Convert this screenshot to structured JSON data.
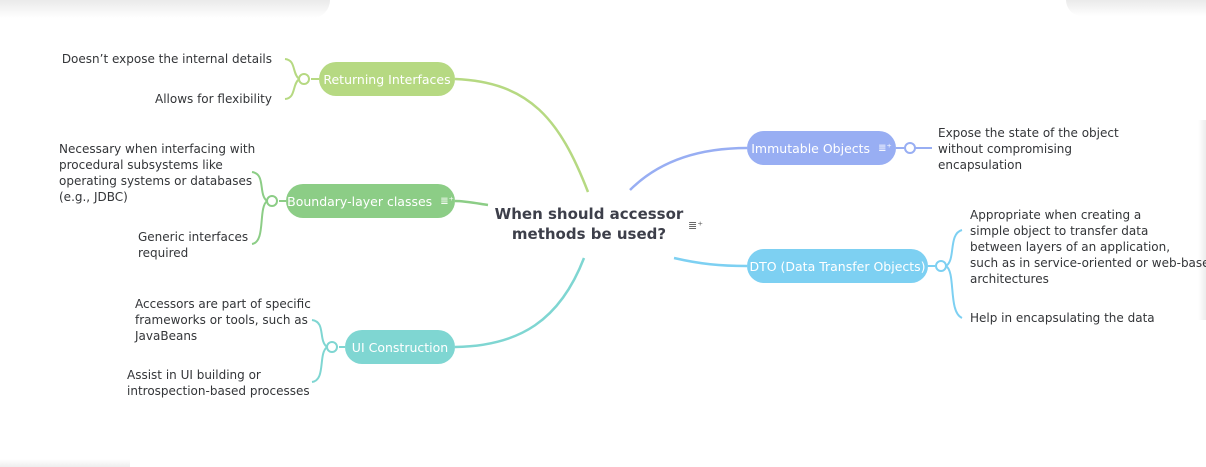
{
  "root": {
    "title_line1": "When should accessor",
    "title_line2": "methods be used?"
  },
  "branches": {
    "returning_interfaces": {
      "label": "Returning Interfaces",
      "color": "#b6d982",
      "leaves": [
        "Doesn’t expose the internal details",
        "Allows for flexibility"
      ]
    },
    "boundary_layer": {
      "label": "Boundary-layer classes",
      "color": "#8ccd86",
      "leaves": [
        {
          "lines": [
            "Necessary when interfacing with",
            "procedural subsystems like",
            "operating systems or databases",
            "(e.g., JDBC)"
          ]
        },
        {
          "lines": [
            "Generic interfaces",
            "required"
          ]
        }
      ]
    },
    "ui_construction": {
      "label": "UI Construction",
      "color": "#7fd6d2",
      "leaves": [
        {
          "lines": [
            "Accessors are part of specific",
            "frameworks or tools, such as",
            "JavaBeans"
          ]
        },
        {
          "lines": [
            "Assist in UI building or",
            "introspection-based processes"
          ]
        }
      ]
    },
    "immutable_objects": {
      "label": "Immutable Objects",
      "color": "#98aef3",
      "leaves": [
        {
          "lines": [
            "Expose the state of the object",
            "without compromising",
            "encapsulation"
          ]
        }
      ]
    },
    "dto": {
      "label": "DTO (Data Transfer Objects)",
      "color": "#7dd0f2",
      "leaves": [
        {
          "lines": [
            "Appropriate when creating a",
            "simple object to transfer data",
            "between layers of an application,",
            "such as in service-oriented or web-based",
            "architectures"
          ]
        },
        {
          "lines": [
            "Help in encapsulating the data"
          ]
        }
      ]
    }
  },
  "icons": {
    "note": "note-icon"
  }
}
